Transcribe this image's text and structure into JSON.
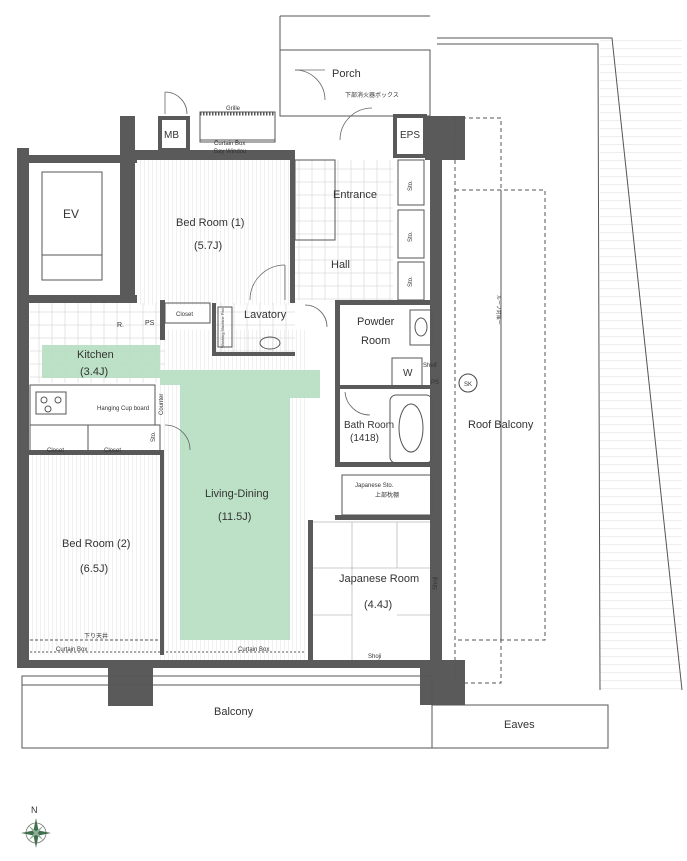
{
  "rooms": {
    "porch": "Porch",
    "porch_jp": "下部消火器ボックス",
    "grille": "Grille",
    "mb": "MB",
    "eps": "EPS",
    "curtain_box": "Curtain Box",
    "bay_window": "Bay Windou",
    "ev": "EV",
    "bedroom1": "Bed Room (1)",
    "bedroom1_size": "(5.7J)",
    "entrance": "Entrance",
    "hall": "Hall",
    "sto": "Sto.",
    "r": "R.",
    "ps": "PS",
    "closet": "Closet",
    "washing_machine": "Washing Machine Pan",
    "lavatory": "Lavatory",
    "powder_room_1": "Powder",
    "powder_room_2": "Room",
    "shelf": "Shelf",
    "w": "W",
    "sk": "SK",
    "kitchen": "Kitchen",
    "kitchen_size": "(3.4J)",
    "hanging_cup_board": "Hanging Cup board",
    "counter": "Counter",
    "bath_room": "Bath Room",
    "bath_size": "(1418)",
    "roof_balcony": "Roof Balcony",
    "roof_balcony_jp": "ルーフ対策ー",
    "japanese_sto": "Japanese Sto.",
    "japanese_sto_jp": "上部枕棚",
    "living_dining": "Living-Dining",
    "living_size": "(11.5J)",
    "bedroom2": "Bed Room (2)",
    "bedroom2_size": "(6.5J)",
    "japanese_room": "Japanese Room",
    "japanese_room_size": "(4.4J)",
    "shoji": "Shoji",
    "lower_ceiling": "下り天井",
    "balcony": "Balcony",
    "eaves": "Eaves",
    "north": "N"
  },
  "colors": {
    "wall": "#5a5a5a",
    "floor_highlight": "#b9dfc3",
    "line": "#555555"
  }
}
